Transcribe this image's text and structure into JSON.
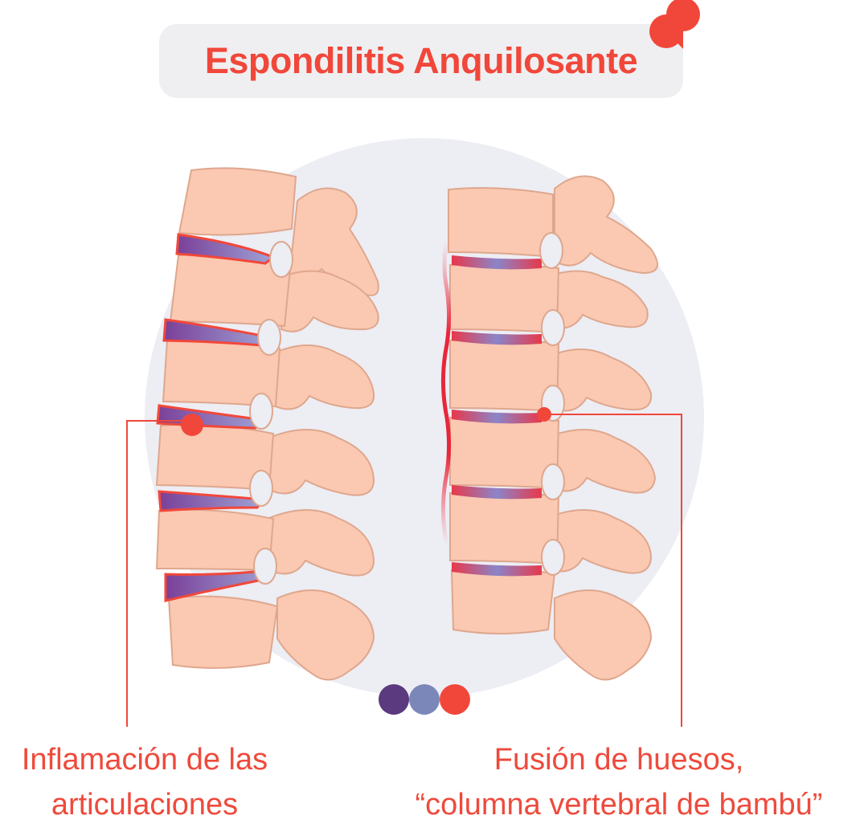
{
  "title": "Espondilitis Anquilosante",
  "labels": {
    "left": [
      "Inflamación de las",
      "articulaciones"
    ],
    "right": [
      "Fusión de huesos,",
      "“columna vertebral de bambú”"
    ]
  },
  "colors": {
    "accent": "#f1473a",
    "bone": "#fbc8b1",
    "bone_outline": "#dea78d",
    "disc": "#7a7fc0",
    "background_circle": "#ededf4",
    "title_pill": "#efeff1",
    "dot_purple": "#5b3a7f",
    "dot_blue": "#7b87b8",
    "dot_red": "#f1473a"
  },
  "icons": [
    "title-pin-icon",
    "indicator-dot-purple-icon",
    "indicator-dot-blue-icon",
    "indicator-dot-red-icon"
  ]
}
